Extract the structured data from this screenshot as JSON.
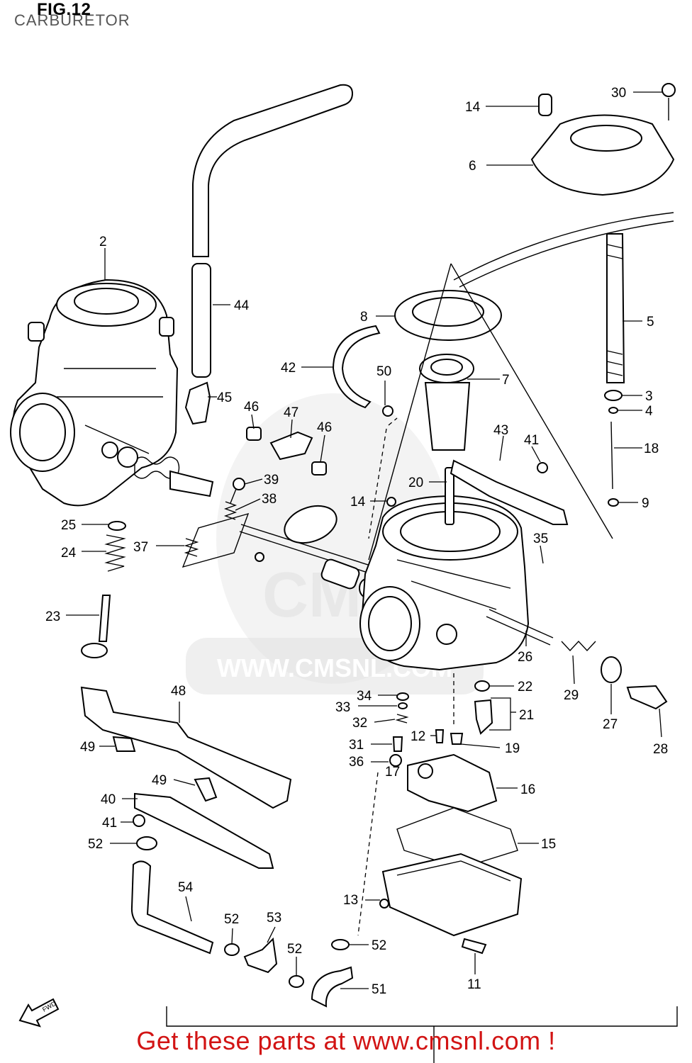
{
  "figure": {
    "title": "FIG.12",
    "subtitle": "CARBURETOR"
  },
  "watermark": {
    "text": "WWW.CMSNL.COM",
    "logo_text": "CMS"
  },
  "direction_marker": "FWD",
  "footer": {
    "cta": "Get these parts at www.cmsnl.com !"
  },
  "labels": {
    "p2": "2",
    "p3": "3",
    "p4": "4",
    "p5": "5",
    "p6": "6",
    "p7": "7",
    "p8": "8",
    "p9": "9",
    "p11": "11",
    "p12": "12",
    "p13": "13",
    "p14a": "14",
    "p14b": "14",
    "p15": "15",
    "p16": "16",
    "p17": "17",
    "p18": "18",
    "p19": "19",
    "p20": "20",
    "p21": "21",
    "p22": "22",
    "p23": "23",
    "p24": "24",
    "p25": "25",
    "p26": "26",
    "p27": "27",
    "p28": "28",
    "p29": "29",
    "p30": "30",
    "p31": "31",
    "p32": "32",
    "p33": "33",
    "p34": "34",
    "p35": "35",
    "p36": "36",
    "p37": "37",
    "p38": "38",
    "p39": "39",
    "p40": "40",
    "p41a": "41",
    "p41b": "41",
    "p42": "42",
    "p43": "43",
    "p44": "44",
    "p45": "45",
    "p46a": "46",
    "p46b": "46",
    "p47": "47",
    "p48": "48",
    "p49a": "49",
    "p49b": "49",
    "p50": "50",
    "p51": "51",
    "p52a": "52",
    "p52b": "52",
    "p52c": "52",
    "p52d": "52",
    "p53": "53",
    "p54": "54"
  }
}
